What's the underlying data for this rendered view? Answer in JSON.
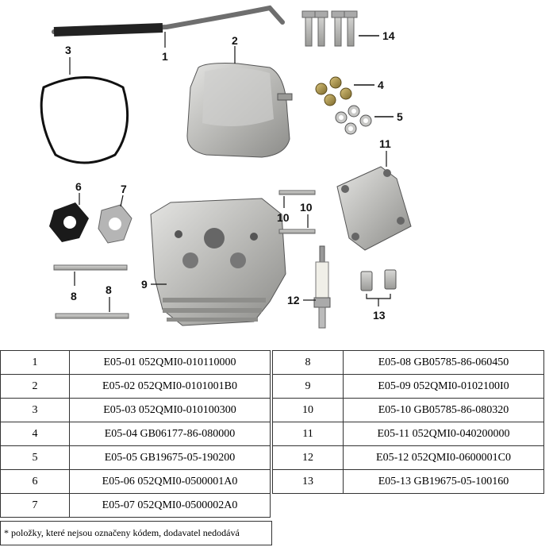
{
  "diagram": {
    "labels": [
      "1",
      "2",
      "3",
      "4",
      "5",
      "6",
      "7",
      "8",
      "8",
      "9",
      "10",
      "10",
      "11",
      "12",
      "13",
      "14"
    ]
  },
  "parts_left": [
    {
      "num": "1",
      "code": "E05-01 052QMI0-010110000"
    },
    {
      "num": "2",
      "code": "E05-02 052QMI0-0101001B0"
    },
    {
      "num": "3",
      "code": "E05-03 052QMI0-010100300"
    },
    {
      "num": "4",
      "code": "E05-04 GB06177-86-080000"
    },
    {
      "num": "5",
      "code": "E05-05 GB19675-05-190200"
    },
    {
      "num": "6",
      "code": "E05-06 052QMI0-0500001A0"
    },
    {
      "num": "7",
      "code": "E05-07 052QMI0-0500002A0"
    }
  ],
  "parts_right": [
    {
      "num": "8",
      "code": "E05-08 GB05785-86-060450"
    },
    {
      "num": "9",
      "code": "E05-09 052QMI0-0102100I0"
    },
    {
      "num": "10",
      "code": "E05-10 GB05785-86-080320"
    },
    {
      "num": "11",
      "code": "E05-11 052QMI0-040200000"
    },
    {
      "num": "12",
      "code": "E05-12 052QMI0-0600001C0"
    },
    {
      "num": "13",
      "code": "E05-13 GB19675-05-100160"
    }
  ],
  "footnote": "* položky, které nejsou označeny kódem, dodavatel nedodává"
}
